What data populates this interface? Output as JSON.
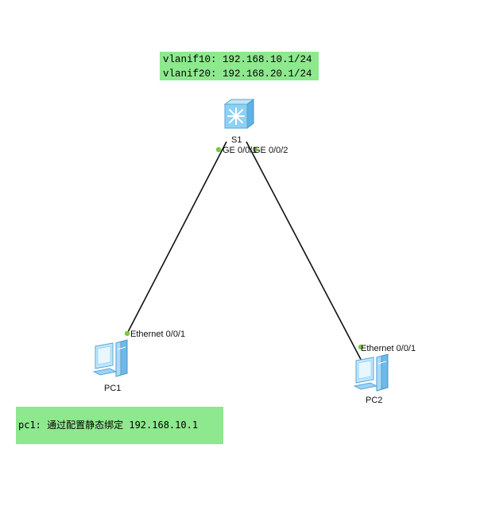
{
  "switch": {
    "name": "S1",
    "icon": "switch-icon",
    "note_lines": [
      "vlanif10: 192.168.10.1/24",
      "vlanif20: 192.168.20.1/24"
    ],
    "port_left": "GE 0/0/1",
    "port_right": "GE 0/0/2"
  },
  "pc1": {
    "name": "PC1",
    "icon": "pc-icon",
    "port": "Ethernet 0/0/1",
    "note": "pc1: 通过配置静态绑定 192.168.10.1"
  },
  "pc2": {
    "name": "PC2",
    "icon": "pc-icon",
    "port": "Ethernet 0/0/1"
  },
  "colors": {
    "note_bg": "#8ee88e",
    "port_dot": "#7ac943",
    "link": "#111111",
    "device_blue": "#7ec8f0"
  }
}
